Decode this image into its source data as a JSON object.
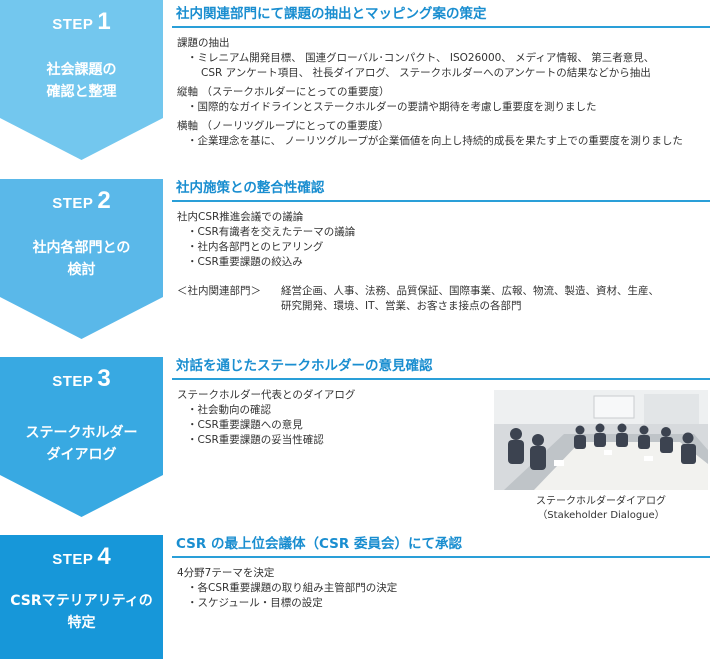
{
  "steps": [
    {
      "word": "STEP",
      "number": "1",
      "title_lines": [
        "社会課題の",
        "確認と整理"
      ],
      "color": "#73c7ee",
      "heading": "社内関連部門にて課題の抽出とマッピング案の策定",
      "body": [
        {
          "text": "課題の抽出",
          "level": 0
        },
        {
          "text": "・ミレニアム開発目標、 国連グローバル･コンパクト、 ISO26000、 メディア情報、 第三者意見、",
          "level": 1
        },
        {
          "text": "CSR アンケート項目、 社長ダイアログ、 ステークホルダーへのアンケートの結果などから抽出",
          "level": 2
        },
        {
          "text": "縦軸 （ステークホルダーにとっての重要度）",
          "level": 0
        },
        {
          "text": "・国際的なガイドラインとステークホルダーの要請や期待を考慮し重要度を測りました",
          "level": 1
        },
        {
          "text": "横軸 （ノーリツグループにとっての重要度）",
          "level": 0
        },
        {
          "text": "・企業理念を基に、 ノーリツグループが企業価値を向上し持続的成長を果たす上での重要度を測りました",
          "level": 1
        }
      ]
    },
    {
      "word": "STEP",
      "number": "2",
      "title_lines": [
        "社内各部門との",
        "検討"
      ],
      "color": "#5ab8e9",
      "heading": "社内施策との整合性確認",
      "body": [
        {
          "text": "社内CSR推進会議での議論",
          "level": 0
        },
        {
          "text": "・CSR有識者を交えたテーマの議論",
          "level": 1
        },
        {
          "text": "・社内各部門とのヒアリング",
          "level": 1
        },
        {
          "text": "・CSR重要課題の絞込み",
          "level": 1
        }
      ],
      "dept_label": "＜社内関連部門＞",
      "dept_lines": [
        "経営企画、人事、法務、品質保証、国際事業、広報、物流、製造、資材、生産、",
        "研究開発、環境、IT、営業、お客さま接点の各部門"
      ]
    },
    {
      "word": "STEP",
      "number": "3",
      "title_lines": [
        "ステークホルダー",
        "ダイアログ"
      ],
      "color": "#38a9e2",
      "heading": "対話を通じたステークホルダーの意見確認",
      "body": [
        {
          "text": "ステークホルダー代表とのダイアログ",
          "level": 0
        },
        {
          "text": "・社会動向の確認",
          "level": 1
        },
        {
          "text": "・CSR重要課題への意見",
          "level": 1
        },
        {
          "text": "・CSR重要課題の妥当性確認",
          "level": 1
        }
      ],
      "photo_caption": [
        "ステークホルダーダイアログ",
        "（Stakeholder Dialogue）"
      ]
    },
    {
      "word": "STEP",
      "number": "4",
      "title_lines": [
        "CSRマテリアリティの",
        "特定"
      ],
      "color": "#1797d9",
      "heading": "CSR の最上位会議体（CSR 委員会）にて承認",
      "body": [
        {
          "text": "4分野7テーマを決定",
          "level": 0
        },
        {
          "text": "・各CSR重要課題の取り組み主管部門の決定",
          "level": 1
        },
        {
          "text": "・スケジュール・目標の設定",
          "level": 1
        }
      ]
    }
  ]
}
